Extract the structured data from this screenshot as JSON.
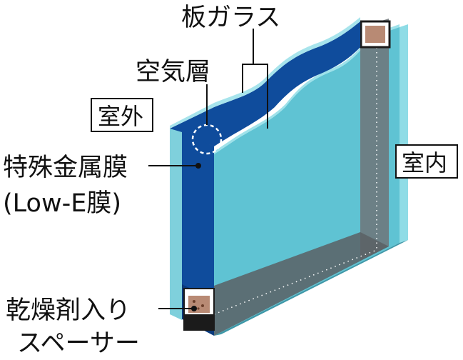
{
  "labels": {
    "glass_pane": "板ガラス",
    "air_layer": "空気層",
    "outdoor": "室外",
    "indoor": "室内",
    "special_metal_film": "特殊金属膜",
    "low_e_film": "(Low-E膜)",
    "desiccant_spacer_line1": "乾燥剤入り",
    "desiccant_spacer_line2": "スペーサー"
  },
  "colors": {
    "background": "#ffffff",
    "outer_glass_face": "#4aa9bc",
    "inner_glass_face": "#5fc3d3",
    "glass_edge": "#8fdce6",
    "air_layer": "#0f4c9c",
    "air_layer_dark": "#0a3a7c",
    "spacer_frame": "#6f7478",
    "spacer_dark": "#1b1b1b",
    "desiccant": "#b88a74",
    "text": "#111111"
  }
}
